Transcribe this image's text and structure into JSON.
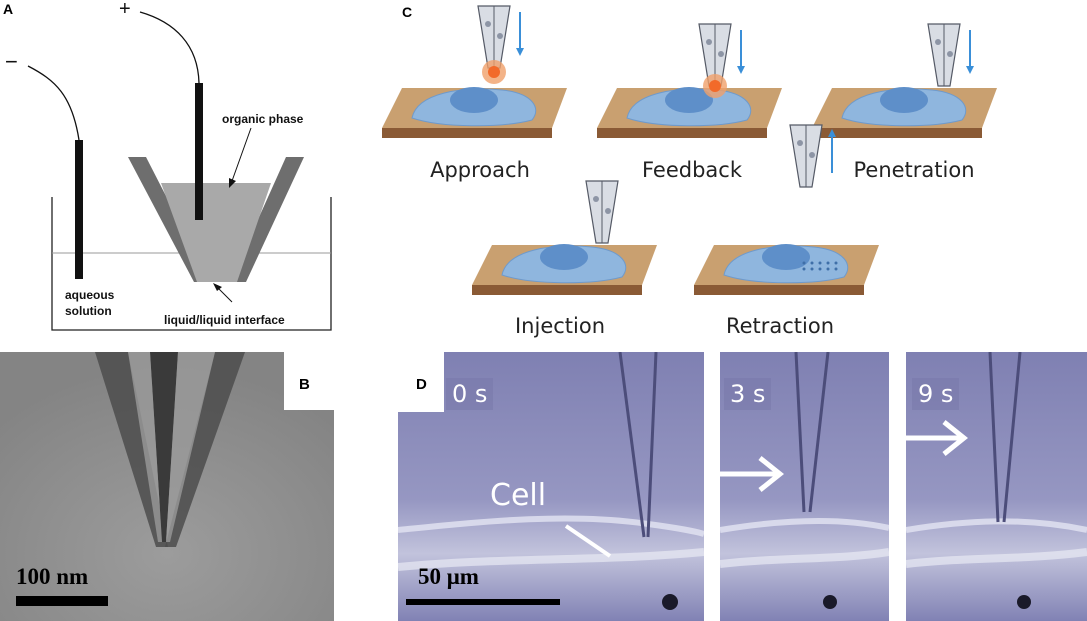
{
  "panels": {
    "A": {
      "letter": "A",
      "minus": "−",
      "plus": "+",
      "organic_label": "organic phase",
      "aqueous_line1": "aqueous",
      "aqueous_line2": "solution",
      "interface_label": "liquid/liquid interface"
    },
    "B": {
      "letter": "B",
      "scale_label": "100 nm"
    },
    "C": {
      "letter": "C",
      "stages": [
        "Approach",
        "Feedback",
        "Penetration",
        "Injection",
        "Retraction"
      ]
    },
    "D": {
      "letter": "D",
      "times": [
        "0 s",
        "3 s",
        "9 s"
      ],
      "cell_label": "Cell",
      "scale_label": "50 μm"
    }
  },
  "colors": {
    "pipette_gray": "#6e6e6e",
    "organic_fill": "#a9a9a9",
    "cell_blue": "#8fb6de",
    "nucleus_blue": "#5e8fc9",
    "substrate_tan": "#c9a070",
    "substrate_dark": "#8a5a35",
    "micro_bg": "#8a8bb8",
    "arrow_blue": "#3a8fd8"
  }
}
